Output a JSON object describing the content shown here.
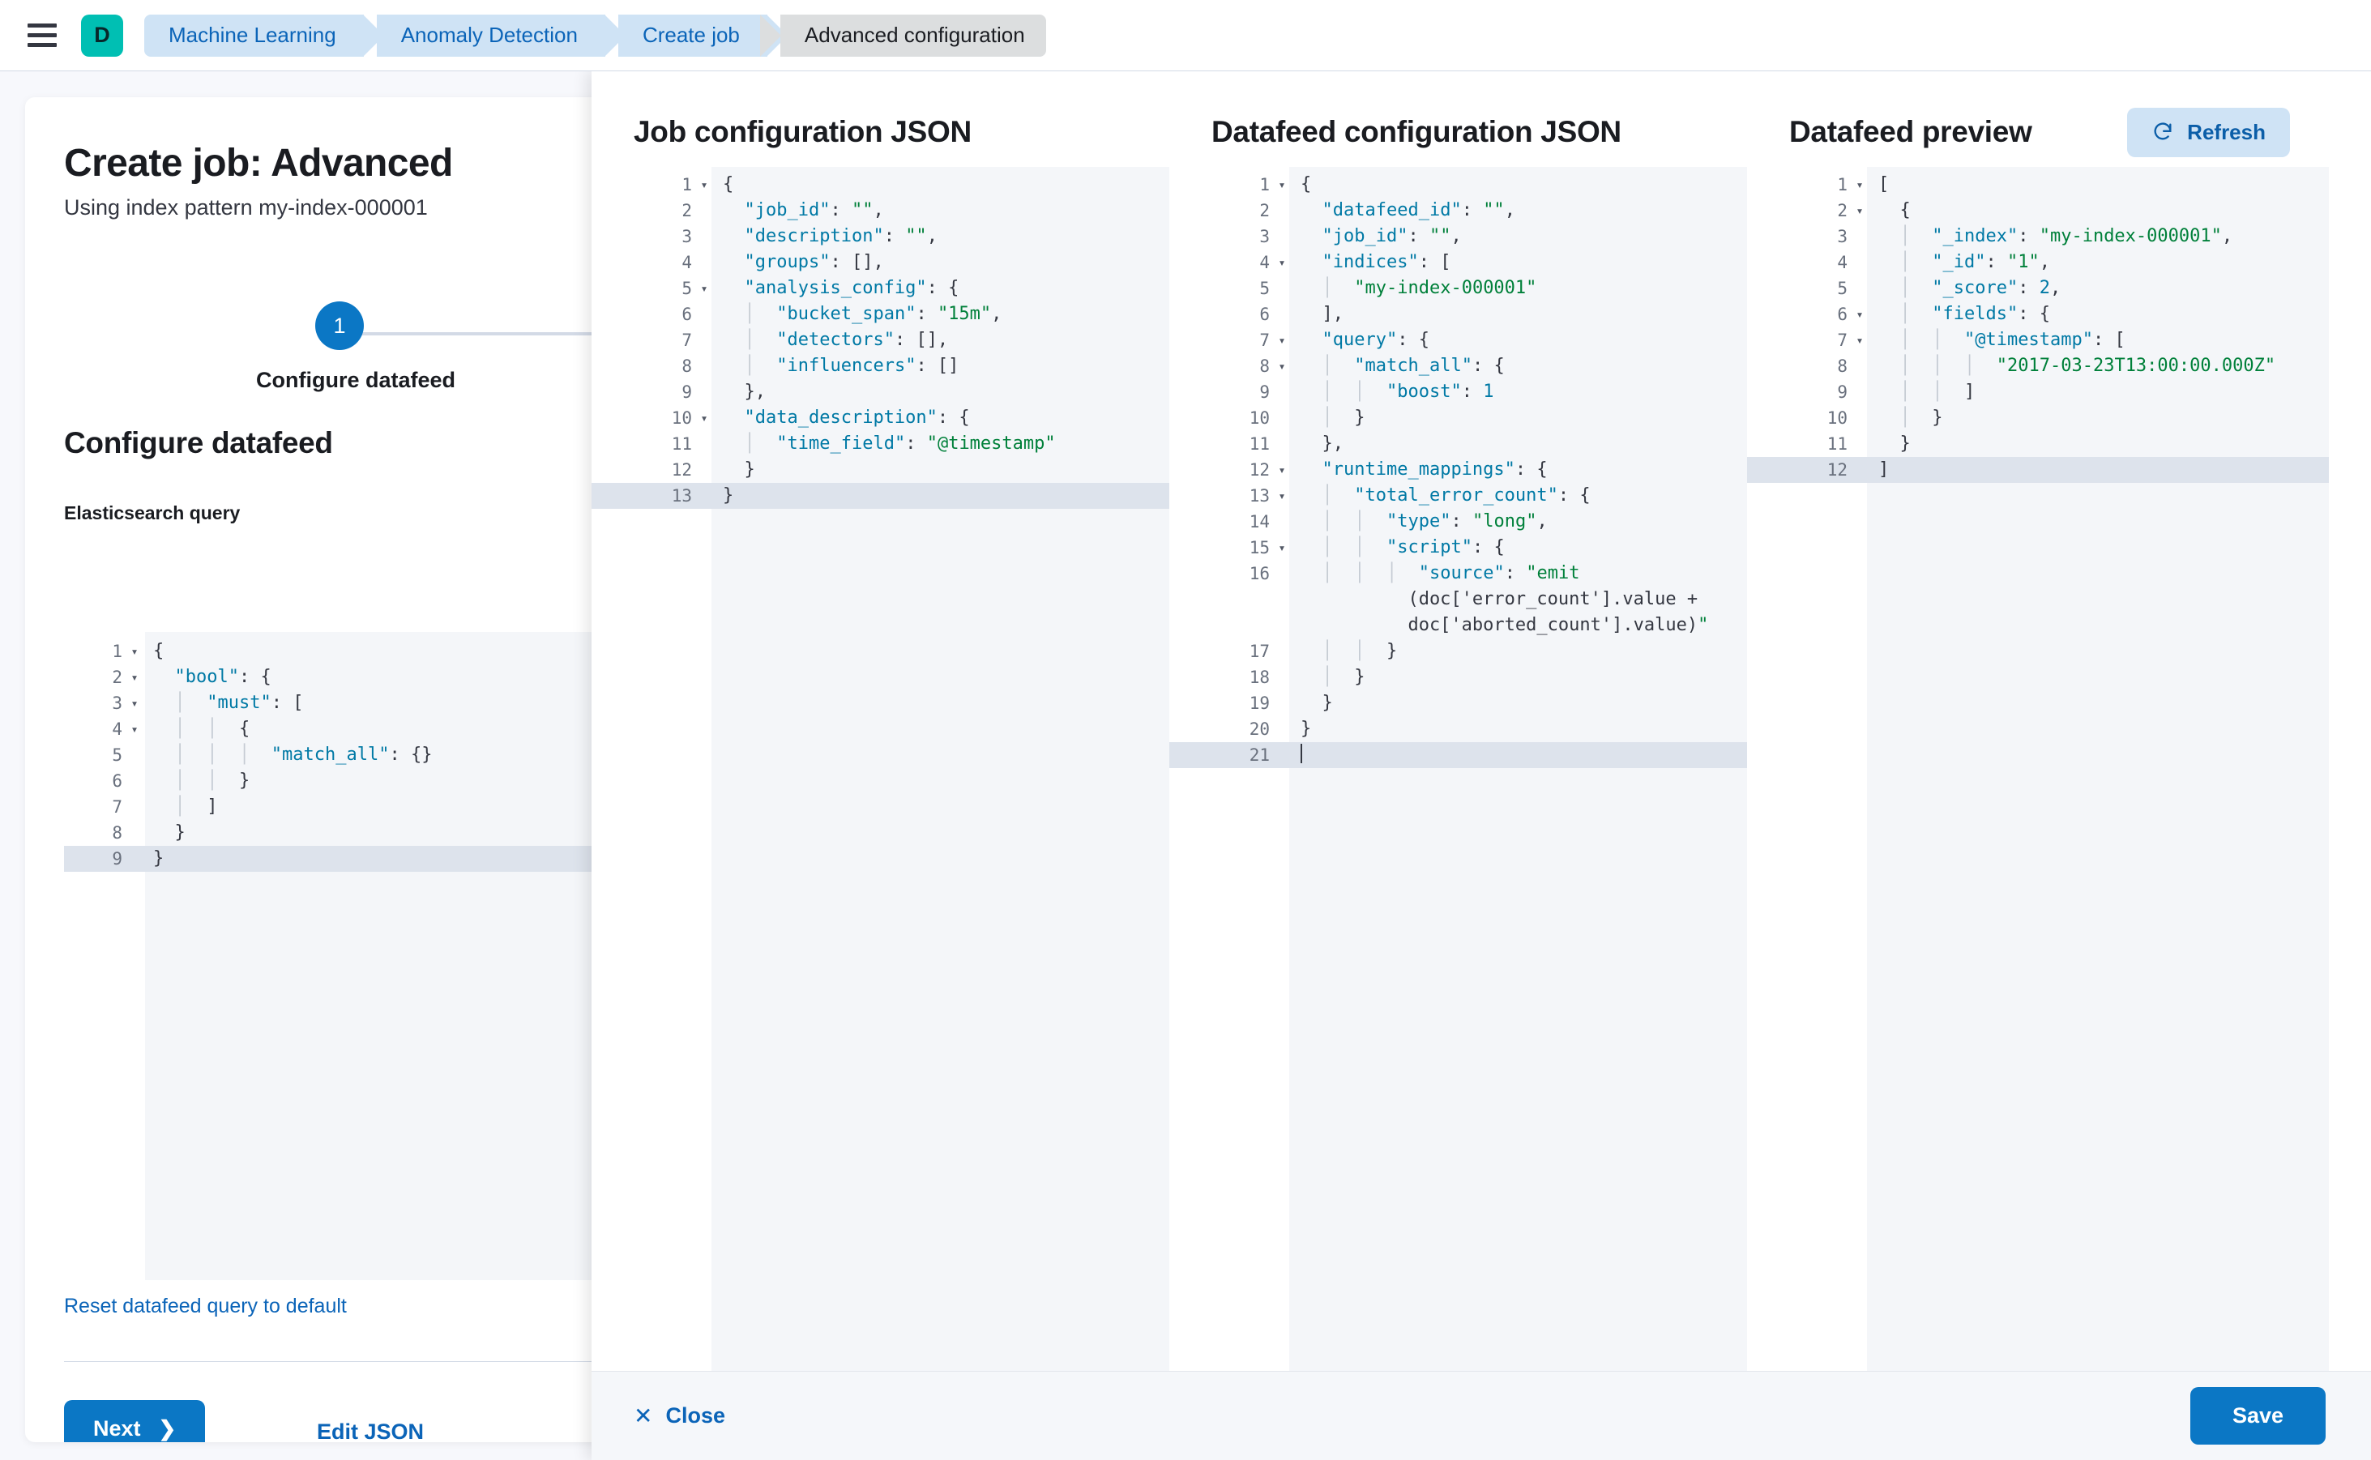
{
  "topnav": {
    "menu_icon": "hamburger-menu-icon",
    "logo_letter": "D",
    "breadcrumbs": [
      {
        "label": "Machine Learning",
        "current": false
      },
      {
        "label": "Anomaly Detection",
        "current": false
      },
      {
        "label": "Create job",
        "current": false
      },
      {
        "label": "Advanced configuration",
        "current": true
      }
    ]
  },
  "wizard": {
    "title": "Create job: Advanced",
    "subtitle": "Using index pattern my-index-000001",
    "step_number": "1",
    "step_label": "Configure datafeed",
    "section_title": "Configure datafeed",
    "query_field_label": "Elasticsearch query",
    "reset_link": "Reset datafeed query to default",
    "next_button": "Next",
    "next_icon": "chevron-right-icon",
    "edit_json_button": "Edit JSON",
    "query_editor": {
      "lines": [
        {
          "no": "1",
          "fold": "▾",
          "code": "{",
          "active": false
        },
        {
          "no": "2",
          "fold": "▾",
          "code": "  \"bool\": {",
          "active": false
        },
        {
          "no": "3",
          "fold": "▾",
          "code": "  |  \"must\": [",
          "active": false
        },
        {
          "no": "4",
          "fold": "▾",
          "code": "  |  |  {",
          "active": false
        },
        {
          "no": "5",
          "fold": "",
          "code": "  |  |  |  \"match_all\": {}",
          "active": false
        },
        {
          "no": "6",
          "fold": "",
          "code": "  |  |  }",
          "active": false
        },
        {
          "no": "7",
          "fold": "",
          "code": "  |  ]",
          "active": false
        },
        {
          "no": "8",
          "fold": "",
          "code": "  }",
          "active": false
        },
        {
          "no": "9",
          "fold": "",
          "code": "}",
          "active": true
        }
      ]
    }
  },
  "flyout": {
    "columns": [
      {
        "title": "Job configuration JSON",
        "has_refresh": false,
        "lines": [
          {
            "no": "1",
            "fold": "▾",
            "code": "{",
            "active": false
          },
          {
            "no": "2",
            "fold": "",
            "code": "  \"job_id\": \"\",",
            "active": false
          },
          {
            "no": "3",
            "fold": "",
            "code": "  \"description\": \"\",",
            "active": false
          },
          {
            "no": "4",
            "fold": "",
            "code": "  \"groups\": [],",
            "active": false
          },
          {
            "no": "5",
            "fold": "▾",
            "code": "  \"analysis_config\": {",
            "active": false
          },
          {
            "no": "6",
            "fold": "",
            "code": "  |  \"bucket_span\": \"15m\",",
            "active": false
          },
          {
            "no": "7",
            "fold": "",
            "code": "  |  \"detectors\": [],",
            "active": false
          },
          {
            "no": "8",
            "fold": "",
            "code": "  |  \"influencers\": []",
            "active": false
          },
          {
            "no": "9",
            "fold": "",
            "code": "  },",
            "active": false
          },
          {
            "no": "10",
            "fold": "▾",
            "code": "  \"data_description\": {",
            "active": false
          },
          {
            "no": "11",
            "fold": "",
            "code": "  |  \"time_field\": \"@timestamp\"",
            "active": false
          },
          {
            "no": "12",
            "fold": "",
            "code": "  }",
            "active": false
          },
          {
            "no": "13",
            "fold": "",
            "code": "}",
            "active": true
          }
        ]
      },
      {
        "title": "Datafeed configuration JSON",
        "has_refresh": false,
        "lines": [
          {
            "no": "1",
            "fold": "▾",
            "code": "{",
            "active": false
          },
          {
            "no": "2",
            "fold": "",
            "code": "  \"datafeed_id\": \"\",",
            "active": false
          },
          {
            "no": "3",
            "fold": "",
            "code": "  \"job_id\": \"\",",
            "active": false
          },
          {
            "no": "4",
            "fold": "▾",
            "code": "  \"indices\": [",
            "active": false
          },
          {
            "no": "5",
            "fold": "",
            "code": "  |  \"my-index-000001\"",
            "active": false
          },
          {
            "no": "6",
            "fold": "",
            "code": "  ],",
            "active": false
          },
          {
            "no": "7",
            "fold": "▾",
            "code": "  \"query\": {",
            "active": false
          },
          {
            "no": "8",
            "fold": "▾",
            "code": "  |  \"match_all\": {",
            "active": false
          },
          {
            "no": "9",
            "fold": "",
            "code": "  |  |  \"boost\": 1",
            "active": false
          },
          {
            "no": "10",
            "fold": "",
            "code": "  |  }",
            "active": false
          },
          {
            "no": "11",
            "fold": "",
            "code": "  },",
            "active": false
          },
          {
            "no": "12",
            "fold": "▾",
            "code": "  \"runtime_mappings\": {",
            "active": false
          },
          {
            "no": "13",
            "fold": "▾",
            "code": "  |  \"total_error_count\": {",
            "active": false
          },
          {
            "no": "14",
            "fold": "",
            "code": "  |  |  \"type\": \"long\",",
            "active": false
          },
          {
            "no": "15",
            "fold": "▾",
            "code": "  |  |  \"script\": {",
            "active": false
          },
          {
            "no": "16",
            "fold": "",
            "code": "  |  |  |  \"source\": \"emit\n          (doc['error_count'].value +\n          doc['aborted_count'].value)\"",
            "active": false
          },
          {
            "no": "17",
            "fold": "",
            "code": "  |  |  }",
            "active": false
          },
          {
            "no": "18",
            "fold": "",
            "code": "  |  }",
            "active": false
          },
          {
            "no": "19",
            "fold": "",
            "code": "  }",
            "active": false
          },
          {
            "no": "20",
            "fold": "",
            "code": "}",
            "active": false
          },
          {
            "no": "21",
            "fold": "",
            "code": "▏",
            "active": true
          }
        ]
      },
      {
        "title": "Datafeed preview",
        "has_refresh": true,
        "refresh_label": "Refresh",
        "refresh_icon": "refresh-icon",
        "lines": [
          {
            "no": "1",
            "fold": "▾",
            "code": "[",
            "active": false
          },
          {
            "no": "2",
            "fold": "▾",
            "code": "  {",
            "active": false
          },
          {
            "no": "3",
            "fold": "",
            "code": "  |  \"_index\": \"my-index-000001\",",
            "active": false
          },
          {
            "no": "4",
            "fold": "",
            "code": "  |  \"_id\": \"1\",",
            "active": false
          },
          {
            "no": "5",
            "fold": "",
            "code": "  |  \"_score\": 2,",
            "active": false
          },
          {
            "no": "6",
            "fold": "▾",
            "code": "  |  \"fields\": {",
            "active": false
          },
          {
            "no": "7",
            "fold": "▾",
            "code": "  |  |  \"@timestamp\": [",
            "active": false
          },
          {
            "no": "8",
            "fold": "",
            "code": "  |  |  |  \"2017-03-23T13:00:00.000Z\"",
            "active": false
          },
          {
            "no": "9",
            "fold": "",
            "code": "  |  |  ]",
            "active": false
          },
          {
            "no": "10",
            "fold": "",
            "code": "  |  }",
            "active": false
          },
          {
            "no": "11",
            "fold": "",
            "code": "  }",
            "active": false
          },
          {
            "no": "12",
            "fold": "",
            "code": "]",
            "active": true
          }
        ]
      }
    ],
    "footer": {
      "close_label": "Close",
      "close_icon": "close-x-icon",
      "save_label": "Save"
    }
  },
  "colors": {
    "primary": "#0b77c5",
    "link": "#0b64b8",
    "brand_teal": "#00bfb3",
    "breadcrumb_bg": "#cfe3f5",
    "breadcrumb_current_bg": "#dcdedf",
    "editor_bg": "#f4f6f9",
    "editor_active_line": "#dde3ec",
    "json_key": "#0079a5",
    "json_string": "#00803a"
  }
}
